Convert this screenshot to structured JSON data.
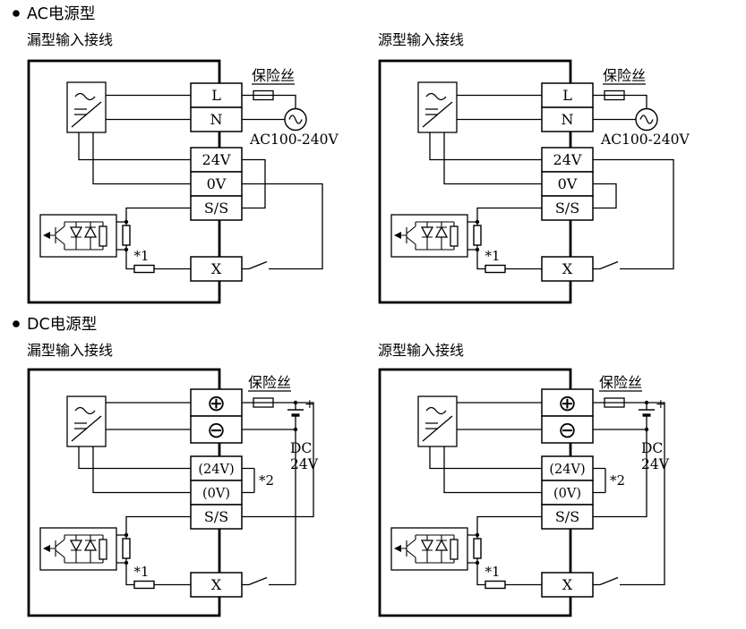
{
  "ac_section": {
    "title": "AC电源型",
    "sink_subtitle": "漏型输入接线",
    "source_subtitle": "源型输入接线",
    "fuse_label": "保险丝",
    "source_label": "AC100-240V",
    "note1": "*1",
    "terminals": {
      "l": "L",
      "n": "N",
      "v24": "24V",
      "v0": "0V",
      "ss": "S/S",
      "x": "X"
    }
  },
  "dc_section": {
    "title": "DC电源型",
    "sink_subtitle": "漏型输入接线",
    "source_subtitle": "源型输入接线",
    "fuse_label": "保险丝",
    "source_line1": "DC",
    "source_line2": "24V",
    "battery_plus": "+",
    "note1": "*1",
    "note2": "*2",
    "terminals": {
      "plus": "⊕",
      "minus": "⊖",
      "v24": "(24V)",
      "v0": "(0V)",
      "ss": "S/S",
      "x": "X"
    }
  }
}
